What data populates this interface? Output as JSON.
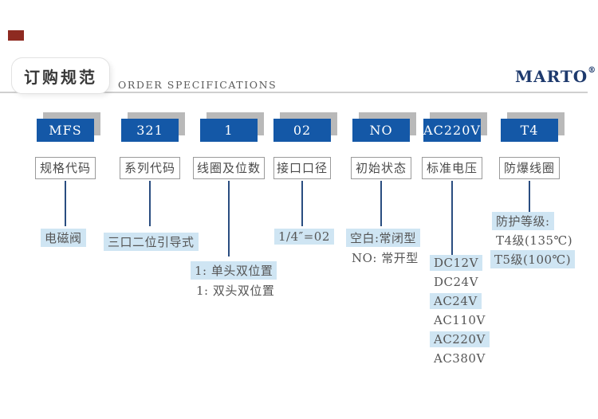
{
  "header": {
    "title_cn": "订购规范",
    "title_en": "ORDER SPECIFICATIONS",
    "brand": "MARTO",
    "brand_mark": "®"
  },
  "colors": {
    "code_box_blue": "#1458a7",
    "box_shadow_gray": "#b9b9b9",
    "connector_navy": "#2a4d80",
    "note_highlight_blue": "#cfe5f3",
    "brand_navy": "#1e3a6d",
    "section_marker_red": "#8e2a21"
  },
  "model_code": "MFS 321 1 02 NO AC220V T4",
  "columns": [
    {
      "code": "MFS",
      "label": "规格代码",
      "notes": [
        {
          "text": "电磁阀",
          "highlight": true
        }
      ]
    },
    {
      "code": "321",
      "label": "系列代码",
      "notes": [
        {
          "text": "三口二位引导式",
          "highlight": true
        }
      ]
    },
    {
      "code": "1",
      "label": "线圈及位数",
      "notes": [
        {
          "text": "1: 单头双位置",
          "highlight": true
        },
        {
          "text": "1: 双头双位置",
          "highlight": false
        }
      ]
    },
    {
      "code": "02",
      "label": "接口口径",
      "notes": [
        {
          "text": "1/4″=02",
          "highlight": true
        }
      ]
    },
    {
      "code": "NO",
      "label": "初始状态",
      "notes": [
        {
          "text": "空白:常闭型",
          "highlight": true
        },
        {
          "text": "NO: 常开型",
          "highlight": false
        }
      ]
    },
    {
      "code": "AC220V",
      "label": "标准电压",
      "notes": [
        {
          "text": "DC12V",
          "highlight": true
        },
        {
          "text": "DC24V",
          "highlight": false
        },
        {
          "text": "AC24V",
          "highlight": true
        },
        {
          "text": "AC110V",
          "highlight": false
        },
        {
          "text": "AC220V",
          "highlight": true
        },
        {
          "text": "AC380V",
          "highlight": false
        }
      ]
    },
    {
      "code": "T4",
      "label": "防爆线圈",
      "notes": [
        {
          "text": "防护等级:",
          "highlight": true
        },
        {
          "text": "T4级(135℃)",
          "highlight": false
        },
        {
          "text": "T5级(100℃)",
          "highlight": true
        }
      ]
    }
  ]
}
